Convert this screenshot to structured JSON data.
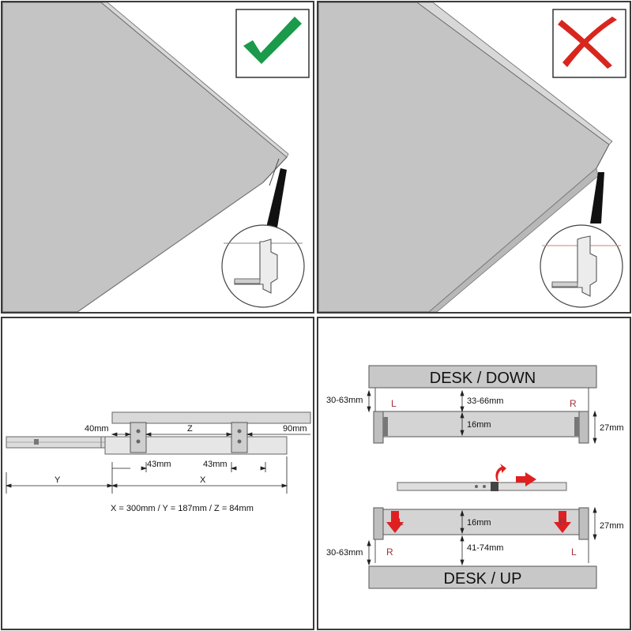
{
  "panel_check": {
    "icon": "checkmark-icon",
    "mark_color": "#1a9a4a"
  },
  "panel_cross": {
    "icon": "cross-icon",
    "mark_color": "#d8261e"
  },
  "panel_dimensions": {
    "label_40": "40mm",
    "label_90": "90mm",
    "label_z": "Z",
    "label_43_left": "43mm",
    "label_43_right": "43mm",
    "label_y": "Y",
    "label_x": "X",
    "formula": "X = 300mm / Y = 187mm / Z = 84mm"
  },
  "panel_install": {
    "desk_down": "DESK / DOWN",
    "desk_up": "DESK / UP",
    "top_range_left": "30-63mm",
    "top_gap": "33-66mm",
    "top_bar": "16mm",
    "top_right": "27mm",
    "top_L": "L",
    "top_R": "R",
    "bottom_bar": "16mm",
    "bottom_gap": "41-74mm",
    "bottom_range_left": "30-63mm",
    "bottom_right": "27mm",
    "bottom_L_arrow": "L",
    "bottom_R_arrow": "R",
    "bottom_R": "R",
    "bottom_L": "L",
    "arrow_color": "#e02020"
  }
}
